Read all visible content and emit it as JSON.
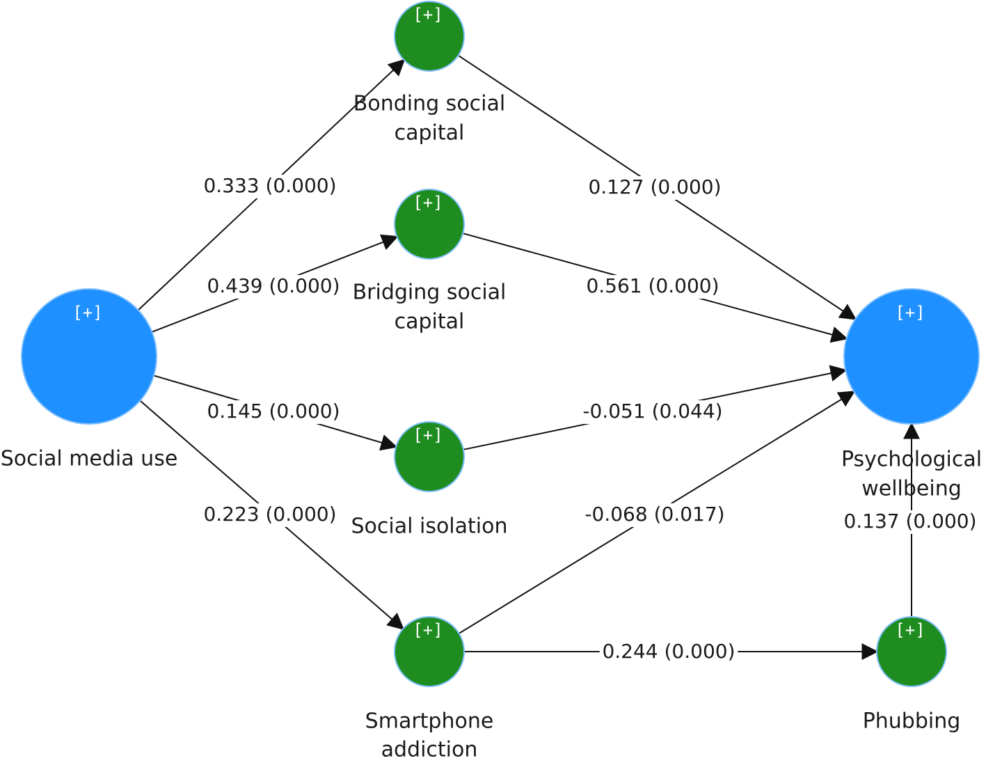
{
  "colors": {
    "exogenous": "#1e90ff",
    "mediator": "#1e8c1e",
    "edge": "#111111",
    "background": "#ffffff"
  },
  "expand_marker": "[+]",
  "nodes": {
    "social_media_use": {
      "label_lines": [
        "Social media use"
      ],
      "kind": "construct"
    },
    "bonding": {
      "label_lines": [
        "Bonding social",
        "capital"
      ],
      "kind": "mediator"
    },
    "bridging": {
      "label_lines": [
        "Bridging social",
        "capital"
      ],
      "kind": "mediator"
    },
    "isolation": {
      "label_lines": [
        "Social isolation"
      ],
      "kind": "mediator"
    },
    "addiction": {
      "label_lines": [
        "Smartphone",
        "addiction"
      ],
      "kind": "mediator"
    },
    "wellbeing": {
      "label_lines": [
        "Psychological",
        "wellbeing"
      ],
      "kind": "construct"
    },
    "phubbing": {
      "label_lines": [
        "Phubbing"
      ],
      "kind": "mediator"
    }
  },
  "edges": [
    {
      "from": "social_media_use",
      "to": "bonding",
      "label": "0.333 (0.000)"
    },
    {
      "from": "social_media_use",
      "to": "bridging",
      "label": "0.439 (0.000)"
    },
    {
      "from": "social_media_use",
      "to": "isolation",
      "label": "0.145 (0.000)"
    },
    {
      "from": "social_media_use",
      "to": "addiction",
      "label": "0.223 (0.000)"
    },
    {
      "from": "bonding",
      "to": "wellbeing",
      "label": "0.127 (0.000)"
    },
    {
      "from": "bridging",
      "to": "wellbeing",
      "label": "0.561 (0.000)"
    },
    {
      "from": "isolation",
      "to": "wellbeing",
      "label": "-0.051 (0.044)"
    },
    {
      "from": "addiction",
      "to": "wellbeing",
      "label": "-0.068 (0.017)"
    },
    {
      "from": "addiction",
      "to": "phubbing",
      "label": "0.244 (0.000)"
    },
    {
      "from": "phubbing",
      "to": "wellbeing",
      "label": "0.137 (0.000)"
    }
  ]
}
